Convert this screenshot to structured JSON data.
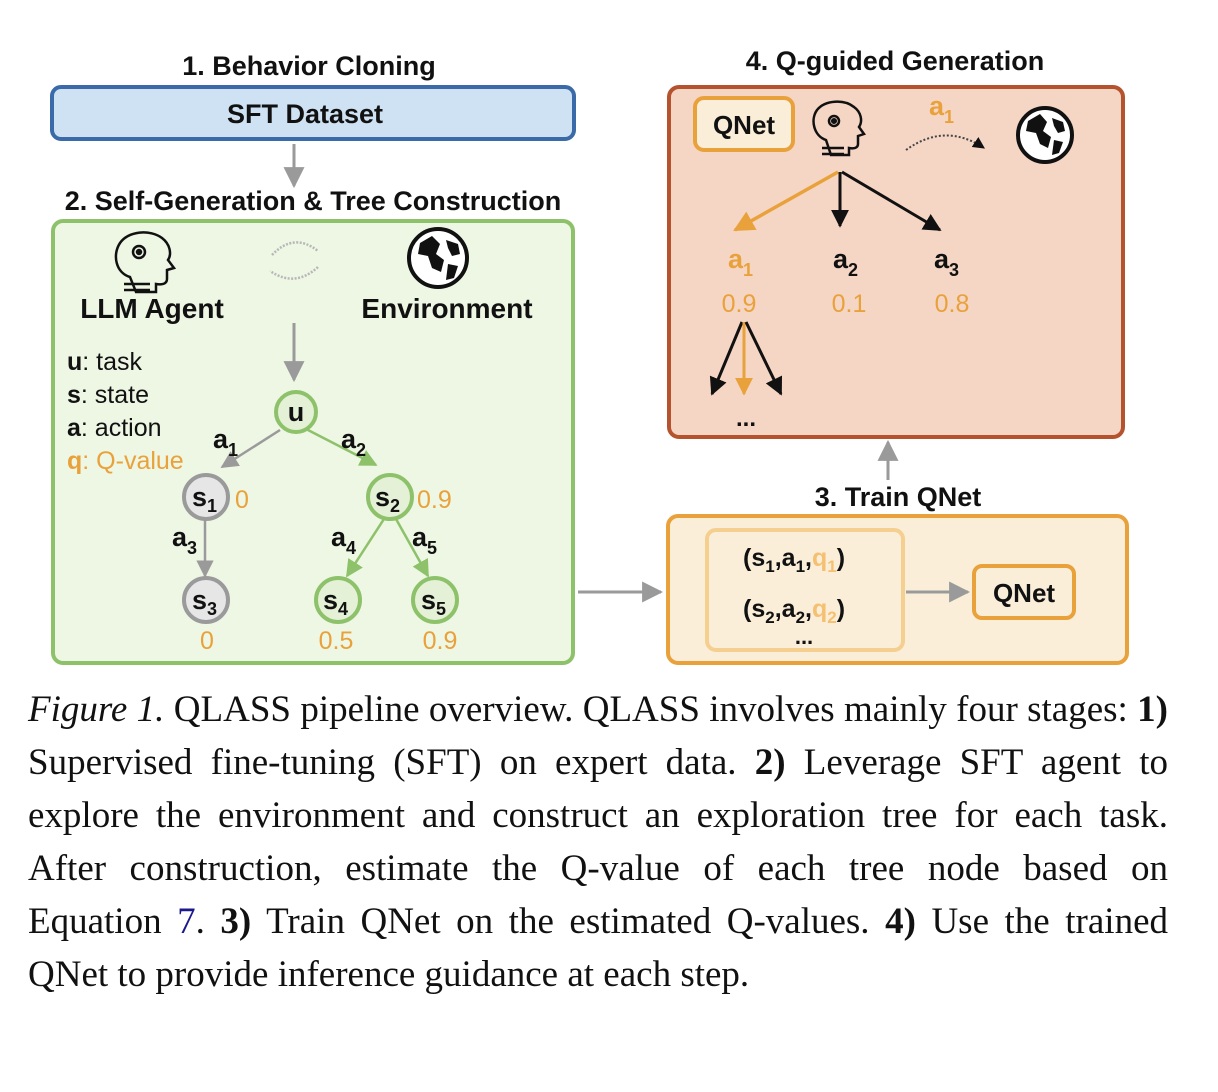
{
  "colors": {
    "green_border": "#8dc26b",
    "green_fill": "#eef6e4",
    "blue_border": "#3a6aa8",
    "blue_fill": "#cfe2f3",
    "orange": "#e9a23b",
    "orange_fill": "#faeed9",
    "red_border": "#b5532e",
    "red_fill": "#f5d5c4",
    "gray": "#9a9a9a",
    "black": "#111111"
  },
  "stage1": {
    "title": "1. Behavior Cloning",
    "box": "SFT Dataset"
  },
  "stage2": {
    "title": "2. Self-Generation & Tree Construction",
    "agent": "LLM Agent",
    "env": "Environment",
    "agent_icon": "robot-head-icon",
    "env_icon": "globe-icon",
    "cycle_icon": "cycle-arrows-icon",
    "legend": [
      {
        "key": "u",
        "desc": ": task"
      },
      {
        "key": "s",
        "desc": ": state"
      },
      {
        "key": "a",
        "desc": ": action"
      },
      {
        "key": "q",
        "desc": ": Q-value"
      }
    ],
    "root": "u",
    "nodes": [
      {
        "base": "s",
        "sub": "1",
        "q": "0"
      },
      {
        "base": "s",
        "sub": "2",
        "q": "0.9"
      },
      {
        "base": "s",
        "sub": "3",
        "q": "0"
      },
      {
        "base": "s",
        "sub": "4",
        "q": "0.5"
      },
      {
        "base": "s",
        "sub": "5",
        "q": "0.9"
      }
    ],
    "edges": [
      {
        "base": "a",
        "sub": "1"
      },
      {
        "base": "a",
        "sub": "2"
      },
      {
        "base": "a",
        "sub": "3"
      },
      {
        "base": "a",
        "sub": "4"
      },
      {
        "base": "a",
        "sub": "5"
      }
    ]
  },
  "stage3": {
    "title": "3. Train QNet",
    "tuples": [
      {
        "s": "s",
        "s_sub": "1",
        "a": "a",
        "a_sub": "1",
        "q": "q",
        "q_sub": "1"
      },
      {
        "s": "s",
        "s_sub": "2",
        "a": "a",
        "a_sub": "2",
        "q": "q",
        "q_sub": "2"
      }
    ],
    "ellipsis": "...",
    "qnet": "QNet"
  },
  "stage4": {
    "title": "4. Q-guided Generation",
    "qnet": "QNet",
    "action_label": {
      "base": "a",
      "sub": "1"
    },
    "actions": [
      {
        "base": "a",
        "sub": "1",
        "q": "0.9",
        "chosen": true
      },
      {
        "base": "a",
        "sub": "2",
        "q": "0.1",
        "chosen": false
      },
      {
        "base": "a",
        "sub": "3",
        "q": "0.8",
        "chosen": false
      }
    ],
    "ellipsis": "..."
  },
  "caption": {
    "label": "Figure 1.",
    "p1": " QLASS pipeline overview. QLASS involves mainly four stages: ",
    "b1": "1)",
    "p2": " Supervised fine-tuning (SFT) on expert data. ",
    "b2": "2)",
    "p3": " Leverage SFT agent to explore the environment and construct an exploration tree for each task. After construction, estimate the Q-value of each tree node based on Equation ",
    "ref": "7",
    "p4": ".  ",
    "b3": "3)",
    "p5": " Train QNet on the estimated Q-values. ",
    "b4": "4)",
    "p6": " Use the trained QNet to provide inference guidance at each step."
  }
}
